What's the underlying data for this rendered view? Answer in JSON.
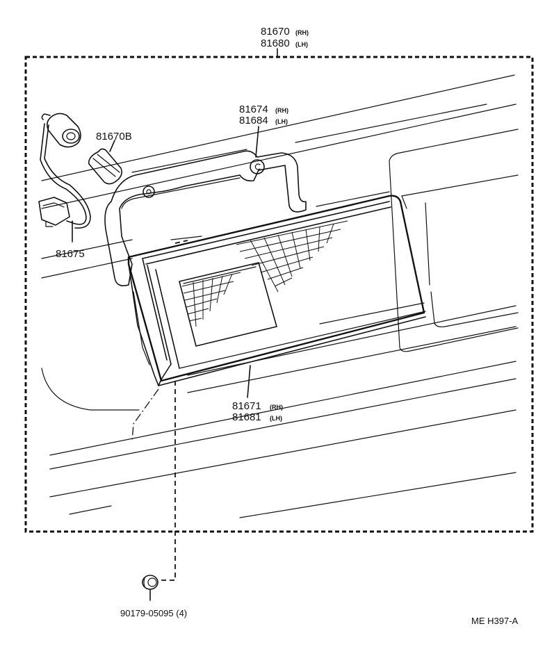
{
  "parts": {
    "lamp_assy": {
      "rh_number": "81670",
      "rh_suffix": "(RH)",
      "lh_number": "81680",
      "lh_suffix": "(LH)"
    },
    "gasket": {
      "rh_number": "81674",
      "rh_suffix": "(RH)",
      "lh_number": "81684",
      "lh_suffix": "(LH)"
    },
    "bulb": {
      "number": "81670B"
    },
    "socket": {
      "number": "81675"
    },
    "lens": {
      "rh_number": "81671",
      "rh_suffix": "(RH)",
      "lh_number": "81681",
      "lh_suffix": "(LH)"
    },
    "nut": {
      "label": "90179-05095 (4)"
    }
  },
  "footer": {
    "code": "ME  H397-A"
  }
}
